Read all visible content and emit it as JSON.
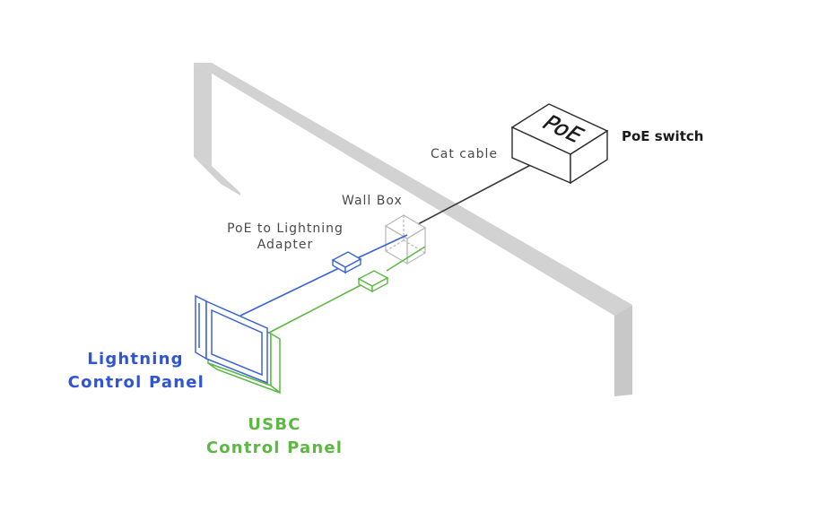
{
  "labels": {
    "poe_switch": "PoE switch",
    "poe_box_text": "PoE",
    "cat_cable": "Cat cable",
    "wall_box": "Wall Box",
    "adapter_line1": "PoE to Lightning",
    "adapter_line2": "Adapter",
    "lightning_line1": "Lightning",
    "lightning_line2": "Control Panel",
    "usbc_line1": "USBC",
    "usbc_line2": "Control Panel"
  },
  "colors": {
    "wall": "#d2d2d2",
    "lightning": "#3b63d8",
    "usbc": "#5cb843",
    "cable": "#3a3a3a",
    "lightning_text": "#2f55d4",
    "usbc_text": "#5cb843"
  }
}
